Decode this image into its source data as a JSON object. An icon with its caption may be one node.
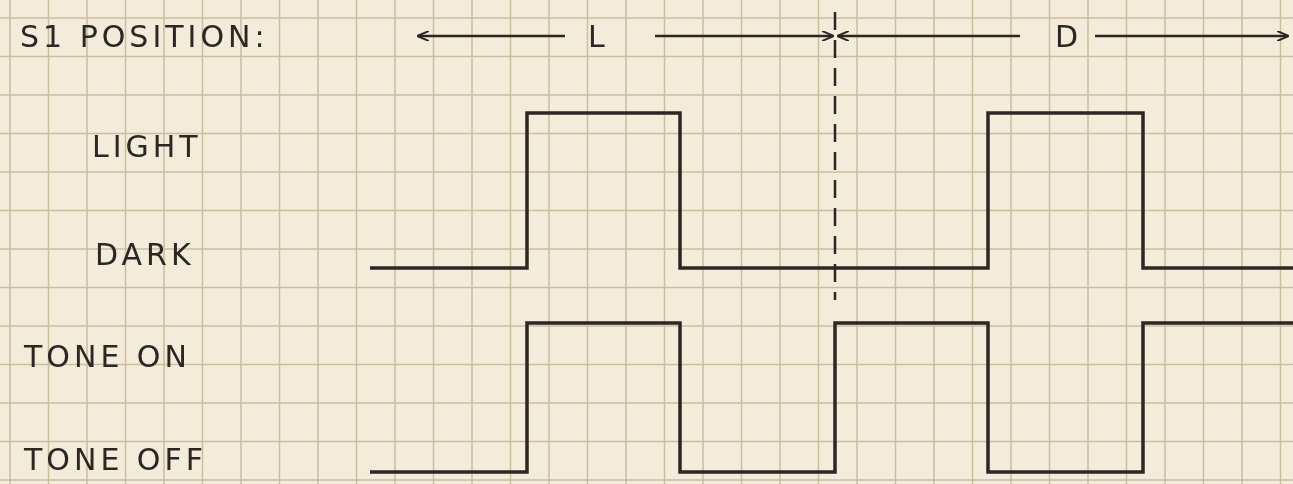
{
  "diagram": {
    "labels": [
      "S1 POSITION:",
      "L",
      "D",
      "LIGHT",
      "DARK",
      "TONE ON",
      "TONE OFF"
    ]
  }
}
